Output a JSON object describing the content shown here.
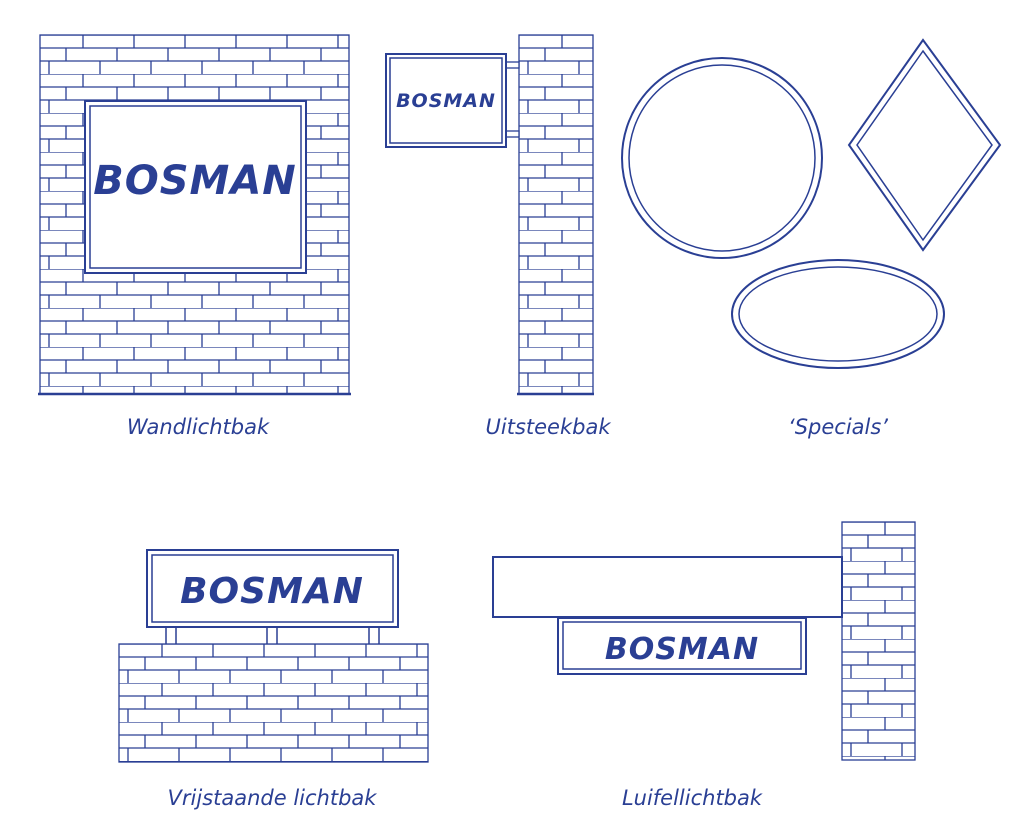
{
  "colors": {
    "line": "#2a3f94",
    "background": "#ffffff"
  },
  "brand": "BOSMAN",
  "diagrams": [
    {
      "id": "wandlichtbak",
      "label": "Wandlichtbak",
      "sign_text": "BOSMAN"
    },
    {
      "id": "uitsteekbak",
      "label": "Uitsteekbak",
      "sign_text": "BOSMAN"
    },
    {
      "id": "specials",
      "label": "‘Specials’",
      "shapes": [
        "circle",
        "diamond",
        "ellipse"
      ]
    },
    {
      "id": "vrijstaande-lichtbak",
      "label": "Vrijstaande lichtbak",
      "sign_text": "BOSMAN"
    },
    {
      "id": "luifellichtbak",
      "label": "Luifellichtbak",
      "sign_text": "BOSMAN"
    }
  ]
}
